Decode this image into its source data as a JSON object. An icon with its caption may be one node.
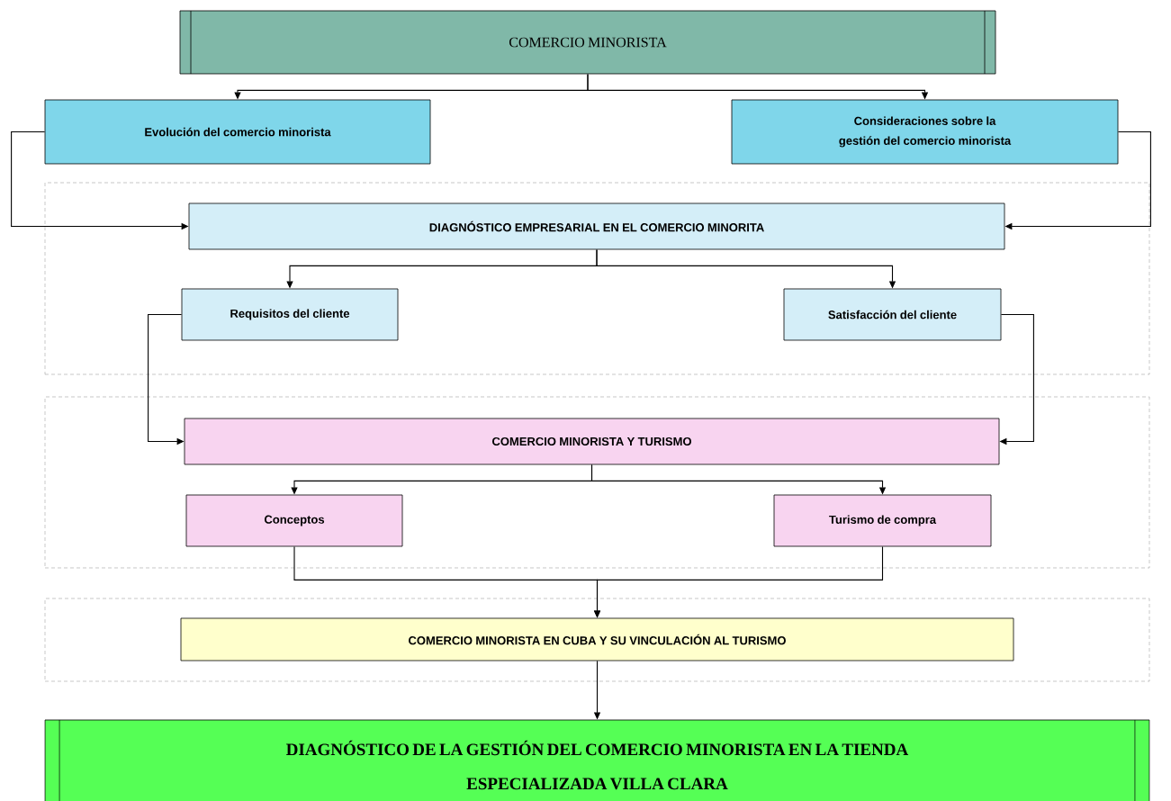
{
  "diagram": {
    "nodes": [
      {
        "text": [
          "COMERCIO MINORISTA"
        ]
      },
      {
        "text": [
          "Evolución del comercio minorista"
        ]
      },
      {
        "text": [
          "Consideraciones sobre la gestión del comercio minorista"
        ]
      },
      {
        "text": [],
        "shape": "box"
      },
      {
        "text": [
          "DIAGNÓSTICO EMPRESARIAL EN EL COMERCIO MINORITA"
        ],
        "in": 3
      },
      {
        "text": [
          "Requisitos del cliente"
        ],
        "in": 3
      },
      {
        "text": [
          "Satisfacción del cliente"
        ],
        "in": 3
      },
      {
        "text": [],
        "shape": "box"
      },
      {
        "text": [
          "COMERCIO MINORISTA Y TURISMO"
        ],
        "in": 7
      },
      {
        "text": [
          "Conceptos"
        ],
        "in": 7
      },
      {
        "text": [
          "Turismo de compra"
        ],
        "in": 7
      },
      {
        "text": [],
        "shape": "box"
      },
      {
        "text": [
          "COMERCIO MINORISTA EN CUBA Y SU VINCULACIÓN AL TURISMO"
        ],
        "in": 11
      },
      {
        "text": [
          "DIAGNÓSTICO DE LA GESTIÓN DEL COMERCIO MINORISTA EN LA TIENDA ESPECIALIZADA VILLA CLARA"
        ]
      }
    ],
    "edges": [
      {
        "from": 0,
        "to": 1,
        "arrow": "to"
      },
      {
        "from": 0,
        "to": 2,
        "arrow": "to"
      },
      {
        "from": 1,
        "to": 4,
        "arrow": "to"
      },
      {
        "from": 2,
        "to": 4,
        "arrow": "to"
      },
      {
        "from": 4,
        "to": 5,
        "arrow": "to"
      },
      {
        "from": 4,
        "to": 6,
        "arrow": "to"
      },
      {
        "from": 5,
        "to": 8,
        "arrow": "to"
      },
      {
        "from": 6,
        "to": 8,
        "arrow": "to"
      },
      {
        "from": 8,
        "to": 9,
        "arrow": "to"
      },
      {
        "from": 8,
        "to": 10,
        "arrow": "to"
      },
      {
        "from": 9,
        "to": 12,
        "arrow": "to"
      },
      {
        "from": 10,
        "to": 12,
        "arrow": "to"
      },
      {
        "from": 12,
        "to": 13,
        "arrow": "to"
      }
    ]
  }
}
